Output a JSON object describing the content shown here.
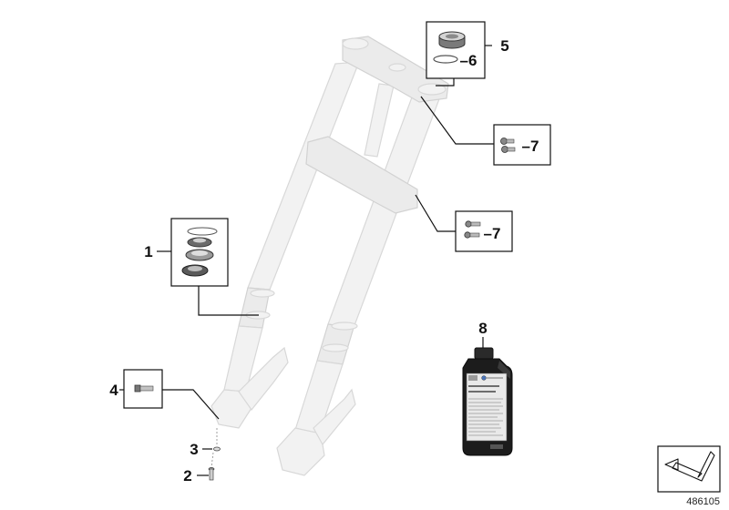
{
  "diagram": {
    "callouts": [
      {
        "id": "c1",
        "label": "1"
      },
      {
        "id": "c2",
        "label": "2"
      },
      {
        "id": "c3",
        "label": "3"
      },
      {
        "id": "c4",
        "label": "4"
      },
      {
        "id": "c5",
        "label": "5"
      },
      {
        "id": "c6",
        "label": "–6"
      },
      {
        "id": "c7a",
        "label": "–7"
      },
      {
        "id": "c7b",
        "label": "–7"
      },
      {
        "id": "c8",
        "label": "8"
      }
    ],
    "diagram_number": "486105",
    "colors": {
      "ink": "#111111",
      "part": "#f2f2f2",
      "part_edge": "#d8d8d8",
      "bottle": "#1c1c1c"
    },
    "icons": [
      "upper-triple-clamp",
      "lower-triple-clamp",
      "fork-leg-left",
      "fork-leg-right",
      "bearing-set-icon",
      "bearing-cup-icon",
      "o-ring-icon",
      "screw-pair-icon",
      "bolt-icon",
      "washer-icon",
      "pin-icon",
      "oil-bottle-icon",
      "arrow-logo-icon"
    ]
  }
}
